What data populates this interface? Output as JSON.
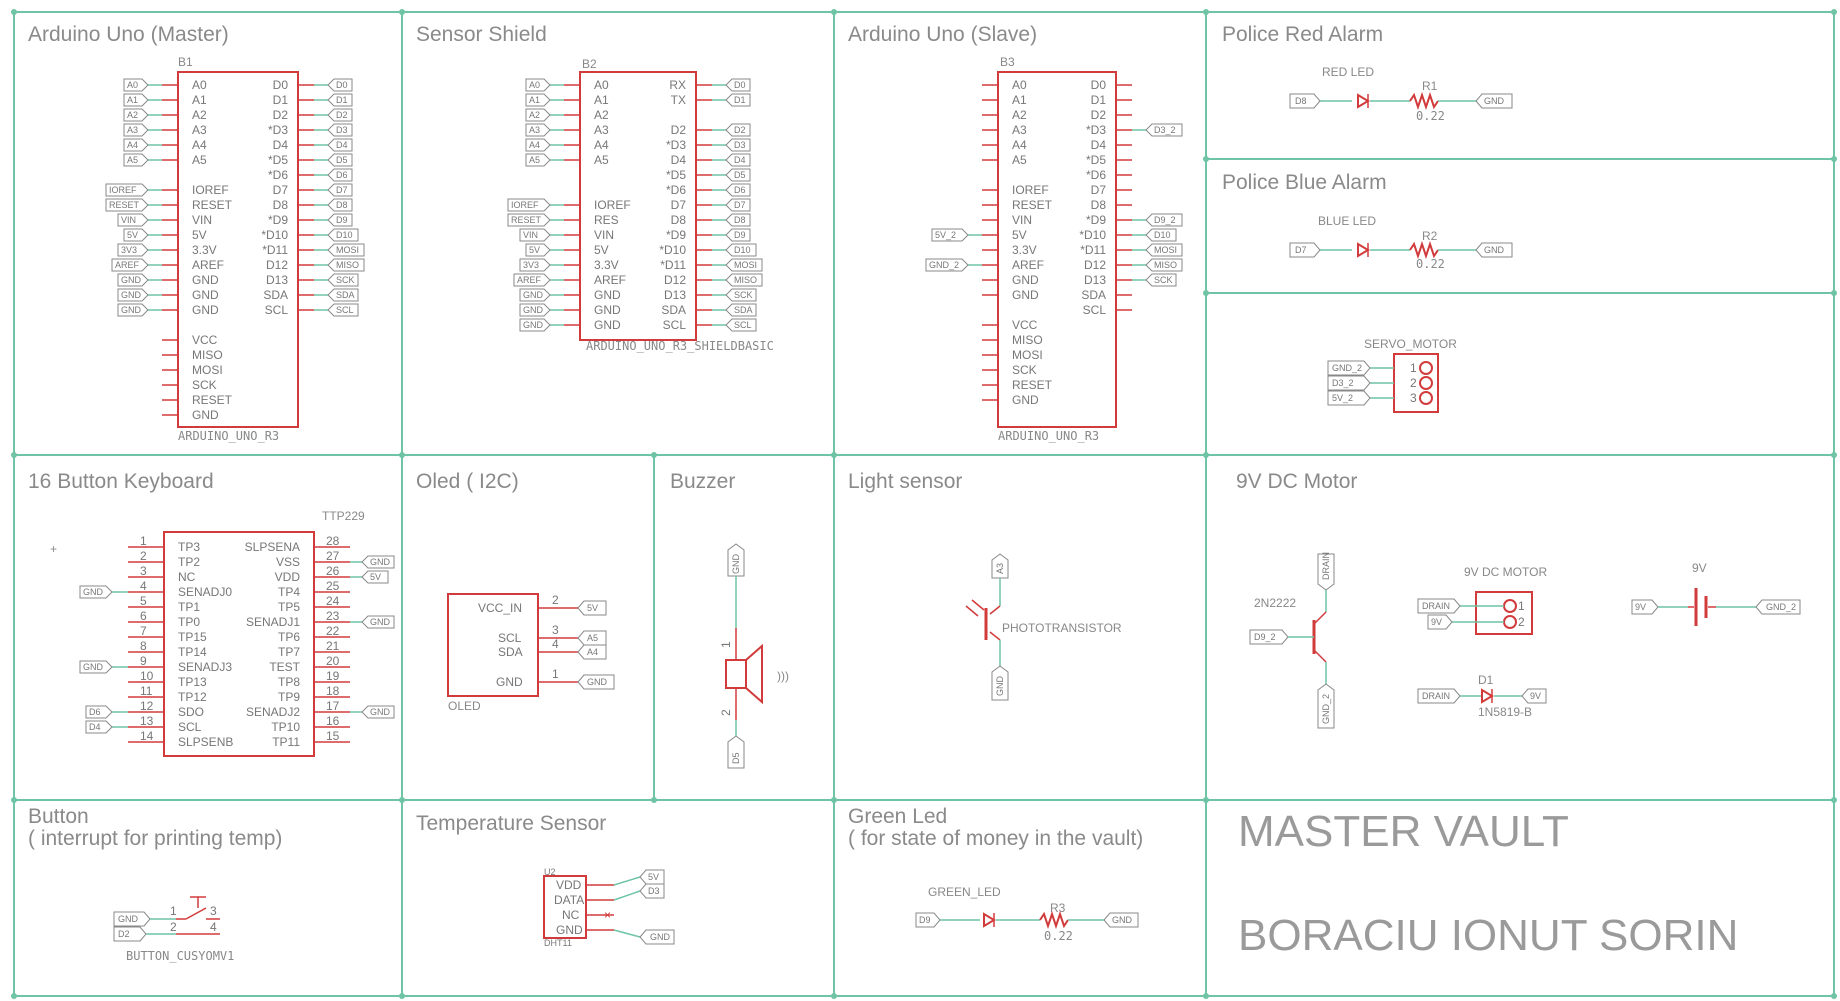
{
  "sections": {
    "master": {
      "title": "Arduino Uno (Master)",
      "ref": "B1",
      "part": "ARDUINO_UNO_R3"
    },
    "shield": {
      "title": "Sensor Shield",
      "ref": "B2",
      "part": "ARDUINO_UNO_R3_SHIELDBASIC"
    },
    "slave": {
      "title": "Arduino Uno (Slave)",
      "ref": "B3",
      "part": "ARDUINO_UNO_R3"
    },
    "red_alarm": {
      "title": "Police Red Alarm",
      "led": "RED LED",
      "res": "R1",
      "res_val": "0.22"
    },
    "blue_alarm": {
      "title": "Police Blue Alarm",
      "led": "BLUE LED",
      "res": "R2",
      "res_val": "0.22"
    },
    "servo": {
      "title": "SERVO_MOTOR",
      "pins": [
        "1",
        "2",
        "3"
      ],
      "nets": [
        "GND_2",
        "D3_2",
        "5V_2"
      ]
    },
    "keyboard": {
      "title": "16 Button Keyboard",
      "part": "TTP229"
    },
    "oled": {
      "title": "Oled ( I2C)",
      "part": "OLED",
      "pins": [
        "VCC_IN",
        "SCL",
        "SDA",
        "GND"
      ],
      "nums": [
        "2",
        "3",
        "4",
        "1"
      ],
      "nets": [
        "5V",
        "A5",
        "A4",
        "GND"
      ]
    },
    "buzzer": {
      "title": "Buzzer",
      "nets": [
        "GND",
        "D5"
      ],
      "nums": [
        "1",
        "2"
      ]
    },
    "light": {
      "title": "Light sensor",
      "part": "PHOTOTRANSISTOR",
      "nets": [
        "A3",
        "GND"
      ]
    },
    "dcmotor": {
      "title": "9V DC Motor",
      "transistor": "2N2222",
      "motor": "9V DC MOTOR",
      "battery": "9V",
      "diode": "D1",
      "diode_part": "1N5819-B",
      "nets": [
        "DRAIN",
        "9V",
        "D9_2",
        "GND_2",
        "DRAIN",
        "9V",
        "GND_2",
        "DRAIN",
        "9V"
      ],
      "motor_pins": [
        "1",
        "2"
      ]
    },
    "button": {
      "title": "Button",
      "subtitle": "( interrupt for printing temp)",
      "part": "BUTTON_CUSYOMV1",
      "nets": [
        "GND",
        "D2"
      ],
      "nums": [
        "1",
        "2",
        "3",
        "4"
      ]
    },
    "temp": {
      "title": "Temperature Sensor",
      "ref": "U2",
      "part": "DHT11",
      "pins": [
        "VDD",
        "DATA",
        "NC",
        "GND"
      ],
      "nets": [
        "5V",
        "D3",
        "GND"
      ]
    },
    "green": {
      "title": "Green Led",
      "subtitle": "( for state of money in the vault)",
      "led": "GREEN_LED",
      "res": "R3",
      "res_val": "0.22",
      "nets": [
        "D9",
        "GND"
      ]
    },
    "footer": {
      "line1": "MASTER VAULT",
      "line2": "BORACIU IONUT SORIN"
    }
  },
  "master_left": [
    "A0",
    "A1",
    "A2",
    "A3",
    "A4",
    "A5",
    "",
    "IOREF",
    "RESET",
    "VIN",
    "5V",
    "3.3V",
    "AREF",
    "GND",
    "GND",
    "GND",
    "",
    "VCC",
    "MISO",
    "MOSI",
    "SCK",
    "RESET",
    "GND"
  ],
  "master_right": [
    "D0",
    "D1",
    "D2",
    "*D3",
    "D4",
    "*D5",
    "*D6",
    "D7",
    "D8",
    "*D9",
    "*D10",
    "*D11",
    "D12",
    "D13",
    "SDA",
    "SCL"
  ],
  "master_lnets": [
    "A0",
    "A1",
    "A2",
    "A3",
    "A4",
    "A5",
    "",
    "IOREF",
    "RESET",
    "VIN",
    "5V",
    "3V3",
    "AREF",
    "GND",
    "GND",
    "GND"
  ],
  "master_rnets": [
    "D0",
    "D1",
    "D2",
    "D3",
    "D4",
    "D5",
    "D6",
    "D7",
    "D8",
    "D9",
    "D10",
    "MOSI",
    "MISO",
    "SCK",
    "SDA",
    "SCL"
  ],
  "shield_left": [
    "A0",
    "A1",
    "A2",
    "A3",
    "A4",
    "A5",
    "",
    "",
    "IOREF",
    "RES",
    "VIN",
    "5V",
    "3.3V",
    "AREF",
    "GND",
    "GND",
    "GND"
  ],
  "shield_right": [
    "RX",
    "TX",
    "",
    "D2",
    "*D3",
    "D4",
    "*D5",
    "*D6",
    "D7",
    "D8",
    "*D9",
    "*D10",
    "*D11",
    "D12",
    "D13",
    "SDA",
    "SCL"
  ],
  "shield_lnets": [
    "A0",
    "A1",
    "A2",
    "A3",
    "A4",
    "A5",
    "",
    "",
    "IOREF",
    "RESET",
    "VIN",
    "5V",
    "3V3",
    "AREF",
    "GND",
    "GND",
    "GND"
  ],
  "shield_rnets": [
    "D0",
    "D1",
    "",
    "D2",
    "D3",
    "D4",
    "D5",
    "D6",
    "D7",
    "D8",
    "D9",
    "D10",
    "MOSI",
    "MISO",
    "SCK",
    "SDA",
    "SCL"
  ],
  "slave_left": [
    "A0",
    "A1",
    "A2",
    "A3",
    "A4",
    "A5",
    "",
    "IOREF",
    "RESET",
    "VIN",
    "5V",
    "3.3V",
    "AREF",
    "GND",
    "GND",
    "",
    "VCC",
    "MISO",
    "MOSI",
    "SCK",
    "RESET",
    "GND"
  ],
  "slave_right": [
    "D0",
    "D1",
    "D2",
    "*D3",
    "D4",
    "*D5",
    "*D6",
    "D7",
    "D8",
    "*D9",
    "*D10",
    "*D11",
    "D12",
    "D13",
    "SDA",
    "SCL"
  ],
  "slave_rnets": [
    "",
    "",
    "",
    "D3_2",
    "",
    "",
    "",
    "",
    "",
    "D9_2",
    "D10",
    "MOSI",
    "MISO",
    "SCK",
    "",
    ""
  ],
  "slave_lnets": [
    "",
    "",
    "",
    "",
    "",
    "",
    "",
    "",
    "",
    "",
    "5V_2",
    "",
    "GND_2",
    "",
    "",
    "",
    "",
    "",
    "",
    "",
    "",
    ""
  ],
  "kb_left": [
    "TP3",
    "TP2",
    "NC",
    "SENADJ0",
    "TP1",
    "TP0",
    "TP15",
    "TP14",
    "SENADJ3",
    "TP13",
    "TP12",
    "SDO",
    "SCL",
    "SLPSENB"
  ],
  "kb_left_nums": [
    "1",
    "2",
    "3",
    "4",
    "5",
    "6",
    "7",
    "8",
    "9",
    "10",
    "11",
    "12",
    "13",
    "14"
  ],
  "kb_right": [
    "SLPSENA",
    "VSS",
    "VDD",
    "TP4",
    "TP5",
    "SENADJ1",
    "TP6",
    "TP7",
    "TEST",
    "TP8",
    "TP9",
    "SENADJ2",
    "TP10",
    "TP11"
  ],
  "kb_right_nums": [
    "28",
    "27",
    "26",
    "25",
    "24",
    "23",
    "22",
    "21",
    "20",
    "19",
    "18",
    "17",
    "16",
    "15"
  ],
  "kb_lnets": [
    "",
    "",
    "",
    "GND",
    "",
    "",
    "",
    "",
    "GND",
    "",
    "",
    "D6",
    "D4",
    ""
  ],
  "kb_rnets": [
    "",
    "GND",
    "5V",
    "",
    "",
    "GND",
    "",
    "",
    "",
    "",
    "",
    "GND",
    "",
    ""
  ]
}
